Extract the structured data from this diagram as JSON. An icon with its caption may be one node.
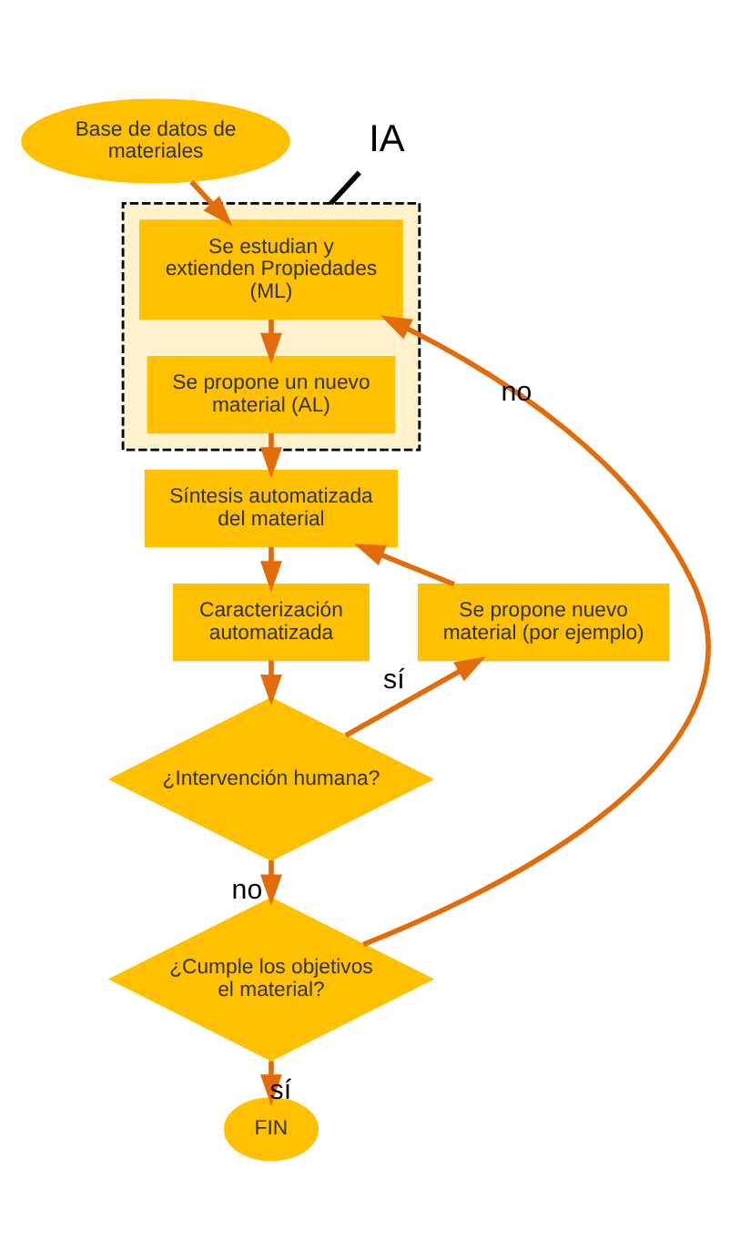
{
  "diagram": {
    "nodes": [
      {
        "text": [
          "Base de datos de materiales"
        ]
      },
      {
        "text": [
          "IA"
        ]
      },
      {
        "text": [],
        "shape": "box"
      },
      {
        "text": [
          "Se estudian y extienden Propiedades (ML)"
        ],
        "in": 2
      },
      {
        "text": [
          "Se propone un nuevo material (AL)"
        ],
        "in": 2
      },
      {
        "text": [
          "Síntesis automatizada del material"
        ]
      },
      {
        "text": [
          "Caracterización automatizada"
        ]
      },
      {
        "text": [
          "Se propone nuevo material (por ejemplo)"
        ]
      },
      {
        "text": [
          "¿Intervención humana?"
        ]
      },
      {
        "text": [
          "¿Cumple los objetivos el material?"
        ]
      },
      {
        "text": [
          "FIN"
        ]
      }
    ],
    "edges": [
      {
        "from": 0,
        "to": 3,
        "arrow": "to"
      },
      {
        "from": 1,
        "to": 2,
        "arrow": "none",
        "color": "#000000"
      },
      {
        "from": 3,
        "to": 4,
        "arrow": "to"
      },
      {
        "from": 4,
        "to": 5,
        "arrow": "to"
      },
      {
        "from": 5,
        "to": 6,
        "arrow": "to"
      },
      {
        "from": 6,
        "to": 8,
        "arrow": "to"
      },
      {
        "from": 8,
        "to": 7,
        "label": "sí",
        "arrow": "to"
      },
      {
        "from": 7,
        "to": 5,
        "arrow": "to"
      },
      {
        "from": 8,
        "to": 9,
        "label": "no",
        "arrow": "to"
      },
      {
        "from": 9,
        "to": 10,
        "label": "sí",
        "arrow": "to"
      },
      {
        "from": 9,
        "to": 3,
        "label": "no",
        "arrow": "to"
      }
    ]
  }
}
